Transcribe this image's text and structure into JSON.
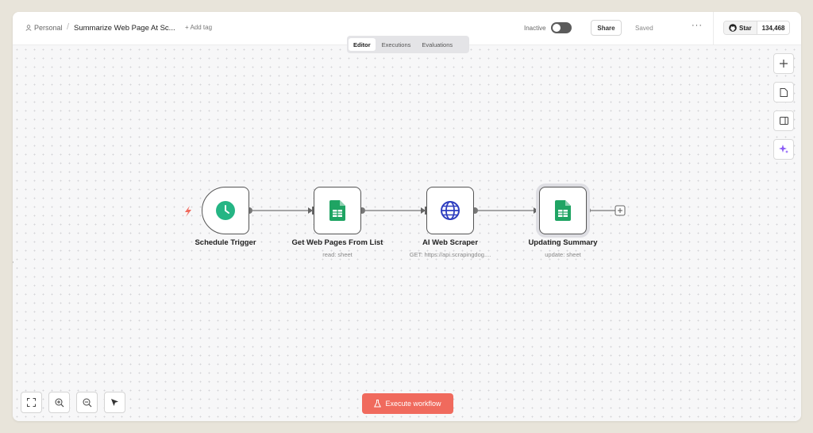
{
  "header": {
    "breadcrumb_owner": "Personal",
    "workflow_title": "Summarize Web Page At Sc...",
    "add_tag": "+ Add tag",
    "status_label": "Inactive",
    "share_label": "Share",
    "saved_label": "Saved",
    "more_label": "···",
    "github_star_label": "Star",
    "github_star_count": "134,468"
  },
  "tabs": [
    {
      "label": "Editor",
      "active": true
    },
    {
      "label": "Executions",
      "active": false
    },
    {
      "label": "Evaluations",
      "active": false
    }
  ],
  "side_tools": [
    "plus-icon",
    "sticky-note-icon",
    "panel-icon",
    "ai-sparkle-icon"
  ],
  "nodes": [
    {
      "label": "Schedule Trigger",
      "subtitle": "",
      "icon": "clock-icon",
      "color": "#25b584"
    },
    {
      "label": "Get Web Pages From List",
      "subtitle": "read: sheet",
      "icon": "google-sheets-icon",
      "color": "#1fa463"
    },
    {
      "label": "AI Web Scraper",
      "subtitle": "GET: https://api.scrapingdog....",
      "icon": "globe-icon",
      "color": "#2d3dbf"
    },
    {
      "label": "Updating Summary",
      "subtitle": "update: sheet",
      "icon": "google-sheets-icon",
      "color": "#1fa463"
    }
  ],
  "bottom_tools": [
    "fit-view-icon",
    "zoom-in-icon",
    "zoom-out-icon",
    "cursor-icon"
  ],
  "execute_button": {
    "label": "Execute workflow",
    "color": "#f06a5d"
  }
}
